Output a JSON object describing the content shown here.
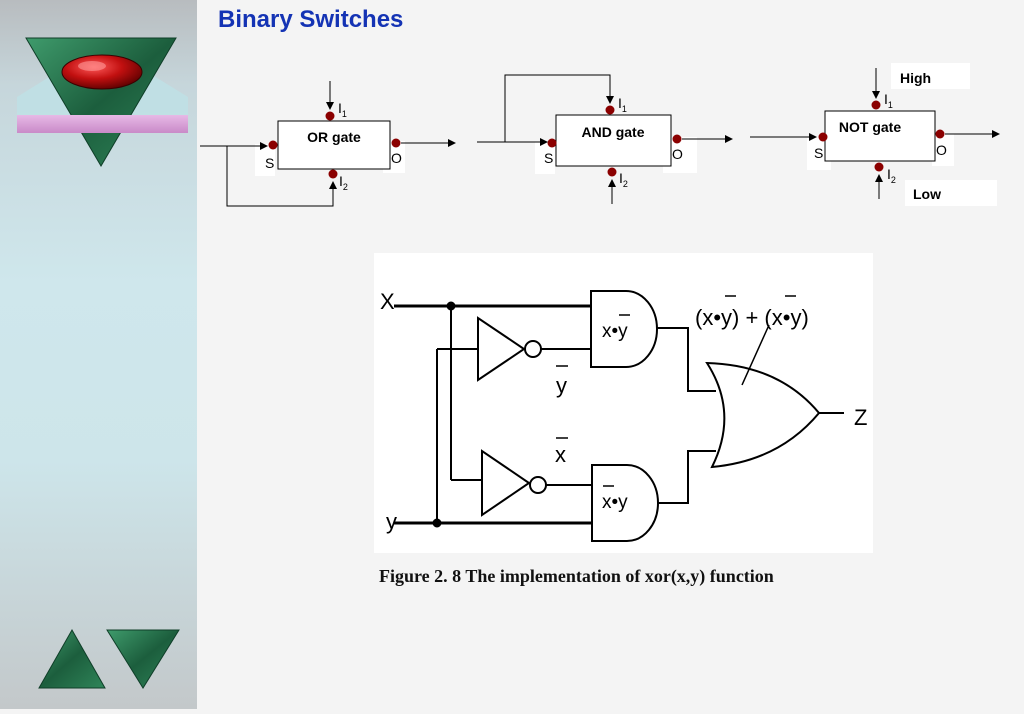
{
  "slide": {
    "title": "Binary Switches"
  },
  "gates": {
    "or_gate": {
      "label": "OR gate",
      "input_1": "I",
      "input_1_sub": "1",
      "input_2": "I",
      "input_2_sub": "2",
      "switch": "S",
      "output": "O"
    },
    "and_gate": {
      "label": "AND gate",
      "input_1": "I",
      "input_1_sub": "1",
      "input_2": "I",
      "input_2_sub": "2",
      "switch": "S",
      "output": "O"
    },
    "not_gate": {
      "label": "NOT gate",
      "input_1": "I",
      "input_1_sub": "1",
      "input_2": "I",
      "input_2_sub": "2",
      "switch": "S",
      "output": "O",
      "high_label": "High",
      "low_label": "Low"
    }
  },
  "xor_figure": {
    "input_x": "X",
    "input_y": "y",
    "output_z": "Z",
    "not_y_label": "y",
    "not_x_label": "x",
    "and_top_label": "x•y",
    "and_bottom_label": "x•y",
    "expression": "(x•y) + (x•y)"
  },
  "caption": "Figure 2. 8 The implementation of xor(x,y) function",
  "colors": {
    "title": "#1433b4",
    "terminal": "#8b0000",
    "emerald": "#1f6b45",
    "ruby": "#b01010"
  },
  "icons": {
    "logo": "emerald-ruby-triangle-icon",
    "prev": "previous-slide-triangle-icon",
    "next": "next-slide-triangle-icon"
  }
}
